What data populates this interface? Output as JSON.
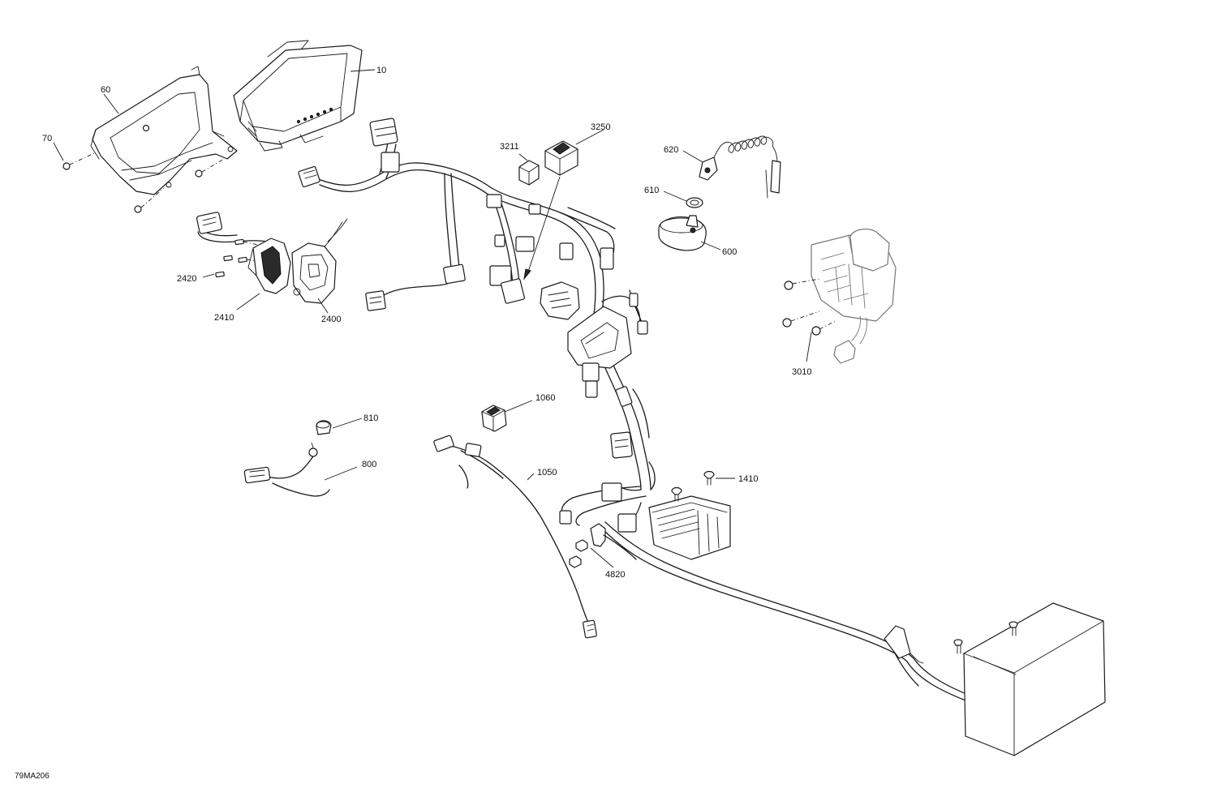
{
  "figure_code": "79MA206",
  "callouts": {
    "c10": "10",
    "c60": "60",
    "c70": "70",
    "c3211": "3211",
    "c3250": "3250",
    "c620": "620",
    "c610": "610",
    "c600": "600",
    "c2420": "2420",
    "c2410": "2410",
    "c2400": "2400",
    "c3010": "3010",
    "c1060": "1060",
    "c810": "810",
    "c800": "800",
    "c1050": "1050",
    "c1410": "1410",
    "c4820": "4820"
  }
}
